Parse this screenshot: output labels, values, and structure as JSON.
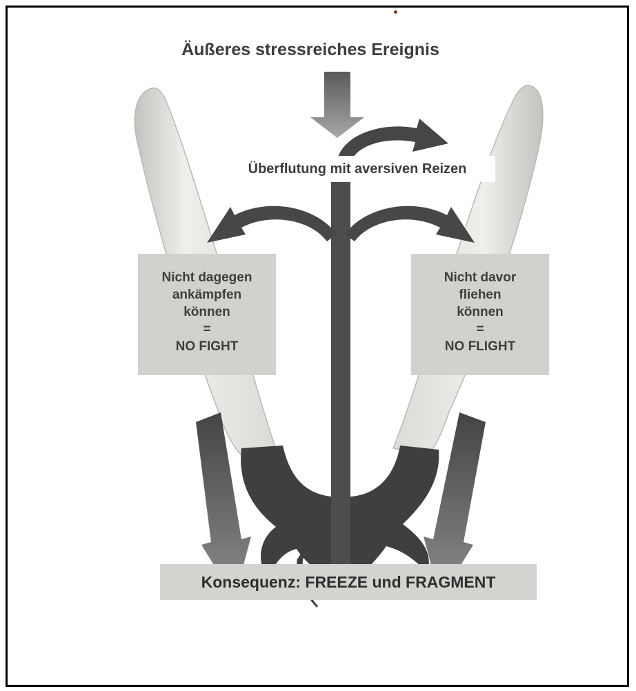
{
  "diagram": {
    "title": "Äußeres stressreiches Ereignis",
    "flood_label": "Überflutung mit aversiven Reizen",
    "left_box": [
      "Nicht dagegen",
      "ankämpfen",
      "können",
      "=",
      "NO FIGHT"
    ],
    "right_box": [
      "Nicht davor",
      "fliehen",
      "können",
      "=",
      "NO FLIGHT"
    ],
    "consequence": "Konsequenz: FREEZE und FRAGMENT"
  },
  "colors": {
    "arrow_dark": "#4a4a4a",
    "arrow_mid": "#6e6e6e",
    "arrow_light": "#9a9a9a",
    "horn_light": "#ecebe8",
    "horn_shade": "#bdbcb8",
    "box_fill": "#d2d1cd",
    "base_dark": "#3f3f3f"
  }
}
